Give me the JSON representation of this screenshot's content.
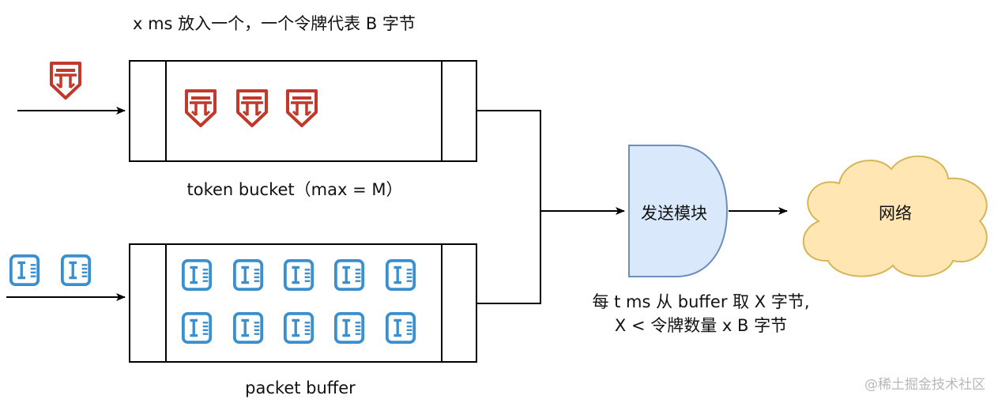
{
  "top_caption": "x ms 放入一个，一个令牌代表 B 字节",
  "token_bucket": {
    "label": "token bucket（max = M）",
    "token_icon": "shield-token-icon",
    "color": "#c0392b"
  },
  "packet_buffer": {
    "label": "packet buffer",
    "packet_icon": "packet-icon",
    "color": "#3a8fcf"
  },
  "send_module": {
    "label": "发送模块",
    "fill": "#dae8fc",
    "stroke": "#6c8ebf"
  },
  "network": {
    "label": "网络",
    "fill": "#ffe6b3",
    "stroke": "#d6b656"
  },
  "send_rule": {
    "line1": "每 t ms 从 buffer 取 X 字节,",
    "line2": "X < 令牌数量 x B 字节"
  },
  "watermark": "@稀土掘金技术社区"
}
